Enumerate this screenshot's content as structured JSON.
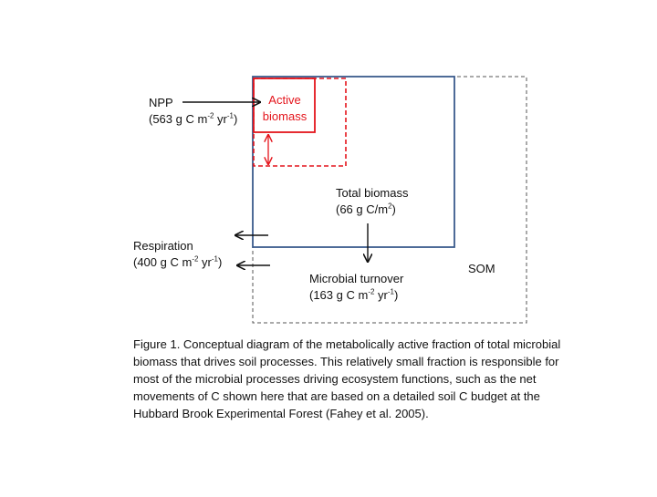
{
  "diagram": {
    "npp": {
      "name": "NPP",
      "value": "(563 g C m",
      "exp1": "-2",
      "mid": " yr",
      "exp2": "-1",
      "end": ")"
    },
    "active_biomass": {
      "line1": "Active",
      "line2": "biomass"
    },
    "total_biomass": {
      "line1": "Total biomass",
      "line2": "(66 g C/m",
      "exp": "2",
      "end": ")"
    },
    "respiration": {
      "name": "Respiration",
      "value": "(400 g C m",
      "exp1": "-2",
      "mid": " yr",
      "exp2": "-1",
      "end": ")"
    },
    "turnover": {
      "name": "Microbial turnover",
      "value": "(163 g C m",
      "exp1": "-2",
      "mid": " yr",
      "exp2": "-1",
      "end": ")"
    },
    "som": "SOM",
    "colors": {
      "active": "#e4141b",
      "total": "#3b5b8c",
      "som": "#555555",
      "arrow": "#111111"
    }
  },
  "caption": "Figure 1.  Conceptual diagram of the metabolically active fraction of total microbial biomass that drives soil processes. This relatively small fraction is responsible for most of the microbial processes driving ecosystem functions, such as the net movements of C shown here that are based on a detailed soil C budget at the Hubbard Brook Experimental Forest (Fahey et al. 2005)."
}
